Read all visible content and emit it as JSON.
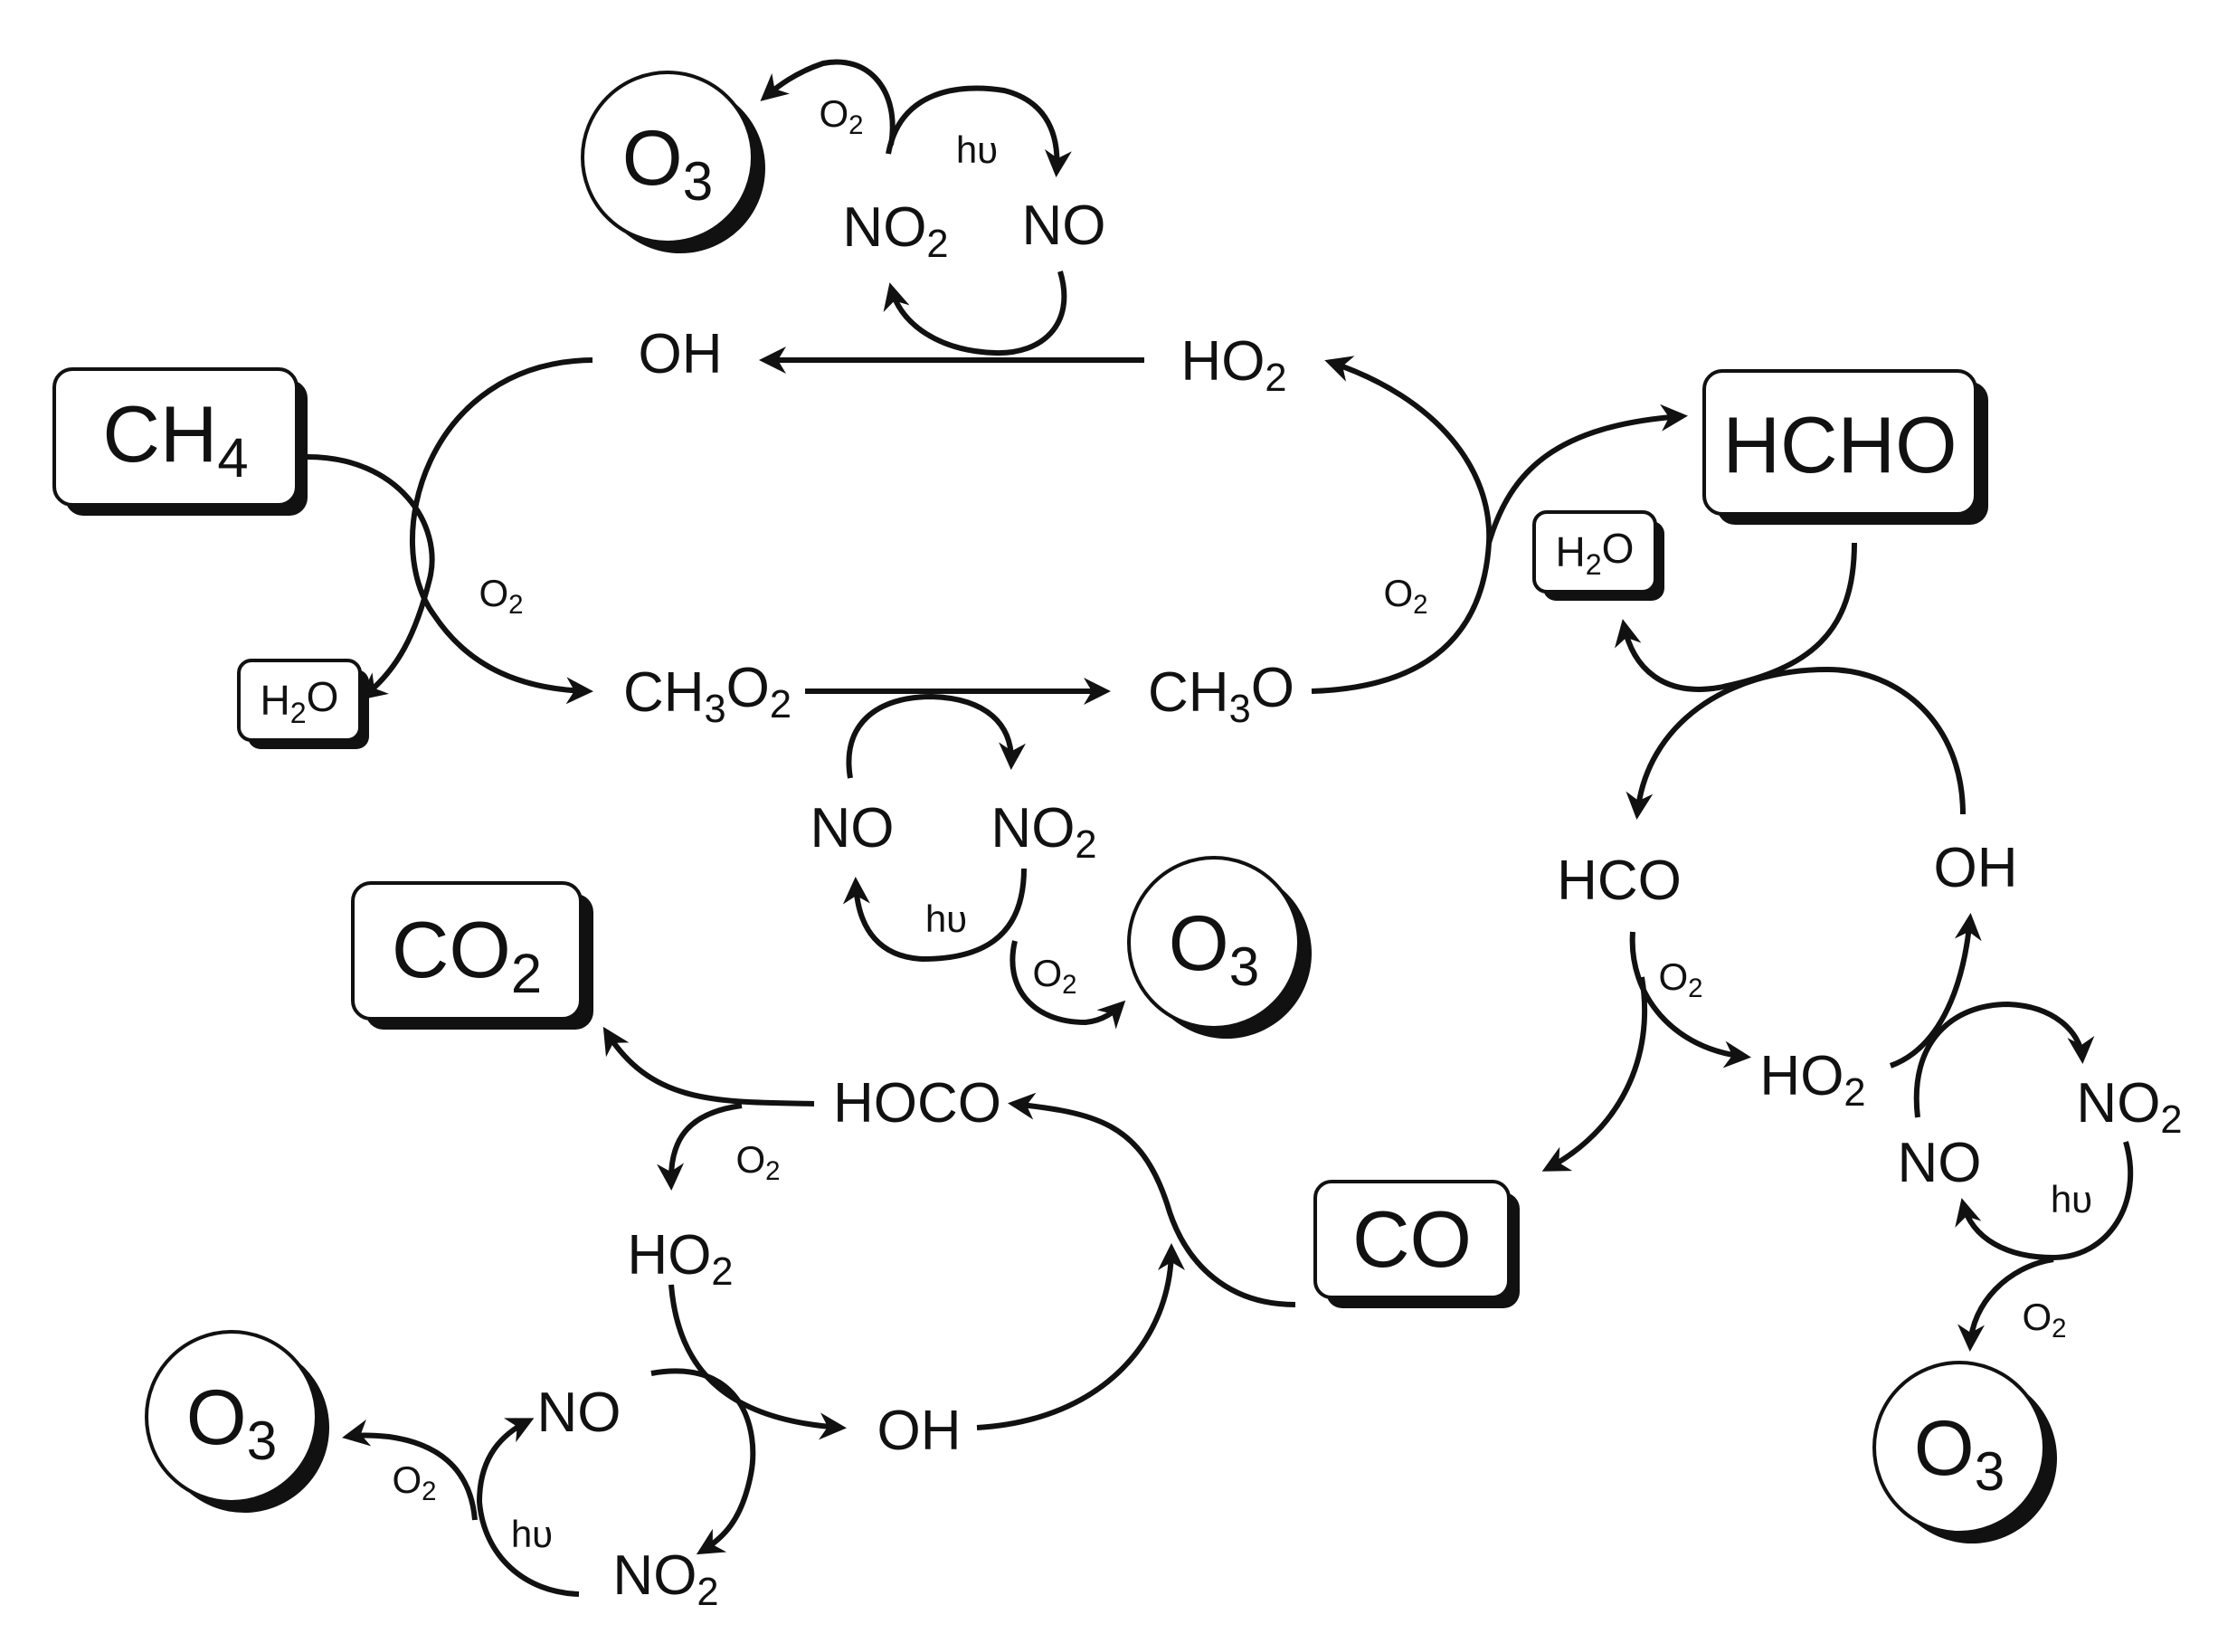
{
  "species": {
    "ch4": "CH4",
    "hcho": "HCHO",
    "co2": "CO2",
    "co": "CO",
    "h2o_left": "H2O",
    "h2o_right": "H2O",
    "oh_top": "OH",
    "ho2_top": "HO2",
    "ch3o2": "CH3O2",
    "ch3o": "CH3O",
    "no2_top": "NO2",
    "no_top": "NO",
    "no_mid": "NO",
    "no2_mid": "NO2",
    "hco": "HCO",
    "oh_right": "OH",
    "ho2_right": "HO2",
    "no2_right": "NO2",
    "no_right": "NO",
    "hoco": "HOCO",
    "ho2_bottom": "HO2",
    "oh_bottom": "OH",
    "no_bottom": "NO",
    "no2_bottom": "NO2",
    "o3_top": "O3",
    "o3_mid": "O3",
    "o3_right": "O3",
    "o3_bottom": "O3"
  },
  "conditions": {
    "o2_top": "O2",
    "hv_top": "hυ",
    "o2_ch4": "O2",
    "o2_ch3o": "O2",
    "hv_mid": "hυ",
    "o2_mid": "O2",
    "o2_hco": "O2",
    "hv_right": "hυ",
    "o2_right": "O2",
    "o2_hoco": "O2",
    "o2_bottom": "O2",
    "hv_bottom": "hυ"
  }
}
